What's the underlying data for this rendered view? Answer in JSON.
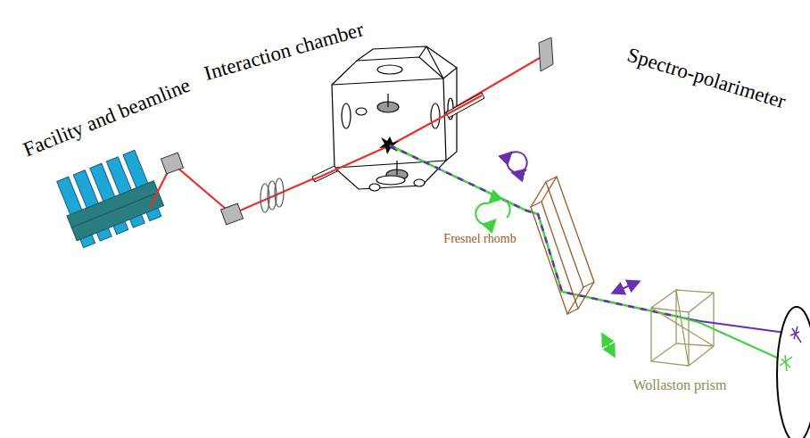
{
  "diagram": {
    "labels": [
      "Facility and beamline",
      "Interaction chamber",
      "Spectro-polarimeter",
      "Fresnel rhomb",
      "Wollaston prism"
    ]
  }
}
